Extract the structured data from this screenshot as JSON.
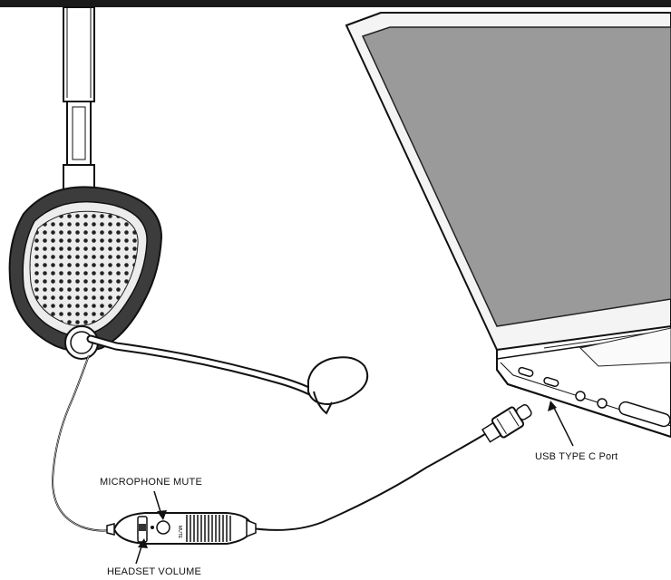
{
  "colors": {
    "top_bar": "#1a1a1a",
    "line": "#111111",
    "screen": "#9a9a9a",
    "screen_frame": "#f4f4f4",
    "ear_pad": "#3c3c3c",
    "speaker_face": "#ececec"
  },
  "labels": {
    "microphone_mute": "MICROPHONE MUTE",
    "headset_volume": "HEADSET VOLUME",
    "usb_port": "USB TYPE C Port",
    "inline_control_mute": "MUTE"
  },
  "icons": {
    "headset": "headset-icon",
    "laptop": "laptop-icon",
    "usb_plug": "usb-c-plug-icon"
  }
}
